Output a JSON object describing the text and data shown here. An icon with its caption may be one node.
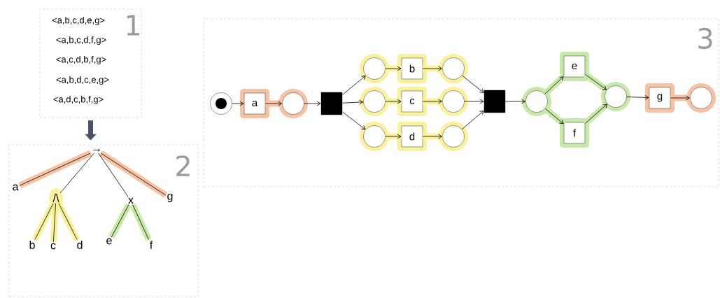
{
  "diagram": {
    "nodes": [
      {
        "text": [
          "<a,b,c,d,e,g>",
          "<a,b,c,d,f,g>",
          "<a,c,d,b,f,g>",
          "<a,b,d,c,e,g>",
          "<a,d,c,b,f,g>",
          "1"
        ]
      },
      {
        "text": [
          "2"
        ]
      },
      {
        "text": [
          "→"
        ],
        "in": 1
      },
      {
        "text": [
          "a"
        ],
        "in": 1
      },
      {
        "text": [
          "/\\"
        ],
        "in": 1
      },
      {
        "text": [
          "x"
        ],
        "in": 1
      },
      {
        "text": [
          "g"
        ],
        "in": 1
      },
      {
        "text": [
          "b"
        ],
        "in": 1
      },
      {
        "text": [
          "c"
        ],
        "in": 1
      },
      {
        "text": [
          "d"
        ],
        "in": 1
      },
      {
        "text": [
          "e"
        ],
        "in": 1
      },
      {
        "text": [
          "f"
        ],
        "in": 1
      },
      {
        "text": [
          "3"
        ]
      },
      {
        "text": [],
        "shape": "circle",
        "in": 12
      },
      {
        "text": [
          "a"
        ],
        "in": 12
      },
      {
        "text": [],
        "shape": "circle",
        "in": 12
      },
      {
        "text": [],
        "shape": "box",
        "in": 12
      },
      {
        "text": [],
        "shape": "circle",
        "in": 12
      },
      {
        "text": [
          "b"
        ],
        "in": 12
      },
      {
        "text": [],
        "shape": "circle",
        "in": 12
      },
      {
        "text": [],
        "shape": "circle",
        "in": 12
      },
      {
        "text": [
          "c"
        ],
        "in": 12
      },
      {
        "text": [],
        "shape": "circle",
        "in": 12
      },
      {
        "text": [],
        "shape": "circle",
        "in": 12
      },
      {
        "text": [
          "d"
        ],
        "in": 12
      },
      {
        "text": [],
        "shape": "circle",
        "in": 12
      },
      {
        "text": [],
        "shape": "box",
        "in": 12
      },
      {
        "text": [],
        "shape": "circle",
        "in": 12
      },
      {
        "text": [
          "e"
        ],
        "in": 12
      },
      {
        "text": [
          "f"
        ],
        "in": 12
      },
      {
        "text": [],
        "shape": "circle",
        "in": 12
      },
      {
        "text": [
          "g"
        ],
        "in": 12
      },
      {
        "text": [],
        "shape": "circle",
        "in": 12
      }
    ],
    "edges": [
      {
        "from": 0,
        "to": 1,
        "arrow": "to",
        "style": "thick",
        "color": "#4a5468"
      },
      {
        "from": 2,
        "to": 3,
        "arrow": "none"
      },
      {
        "from": 2,
        "to": 4,
        "arrow": "none"
      },
      {
        "from": 2,
        "to": 5,
        "arrow": "none"
      },
      {
        "from": 2,
        "to": 6,
        "arrow": "none"
      },
      {
        "from": 4,
        "to": 7,
        "arrow": "none"
      },
      {
        "from": 4,
        "to": 8,
        "arrow": "none"
      },
      {
        "from": 4,
        "to": 9,
        "arrow": "none"
      },
      {
        "from": 5,
        "to": 10,
        "arrow": "none"
      },
      {
        "from": 5,
        "to": 11,
        "arrow": "none"
      },
      {
        "from": 13,
        "to": 14,
        "arrow": "to"
      },
      {
        "from": 14,
        "to": 15,
        "arrow": "to"
      },
      {
        "from": 15,
        "to": 16,
        "arrow": "to"
      },
      {
        "from": 16,
        "to": 17,
        "arrow": "to"
      },
      {
        "from": 16,
        "to": 20,
        "arrow": "to"
      },
      {
        "from": 16,
        "to": 23,
        "arrow": "to"
      },
      {
        "from": 17,
        "to": 18,
        "arrow": "to"
      },
      {
        "from": 18,
        "to": 19,
        "arrow": "to"
      },
      {
        "from": 20,
        "to": 21,
        "arrow": "to"
      },
      {
        "from": 21,
        "to": 22,
        "arrow": "to"
      },
      {
        "from": 23,
        "to": 24,
        "arrow": "to"
      },
      {
        "from": 24,
        "to": 25,
        "arrow": "to"
      },
      {
        "from": 19,
        "to": 26,
        "arrow": "to"
      },
      {
        "from": 22,
        "to": 26,
        "arrow": "to"
      },
      {
        "from": 25,
        "to": 26,
        "arrow": "to"
      },
      {
        "from": 26,
        "to": 27,
        "arrow": "to"
      },
      {
        "from": 27,
        "to": 28,
        "arrow": "to"
      },
      {
        "from": 27,
        "to": 29,
        "arrow": "to"
      },
      {
        "from": 28,
        "to": 30,
        "arrow": "to"
      },
      {
        "from": 29,
        "to": 30,
        "arrow": "to"
      },
      {
        "from": 30,
        "to": 31,
        "arrow": "to"
      },
      {
        "from": 31,
        "to": 32,
        "arrow": "to"
      }
    ]
  }
}
